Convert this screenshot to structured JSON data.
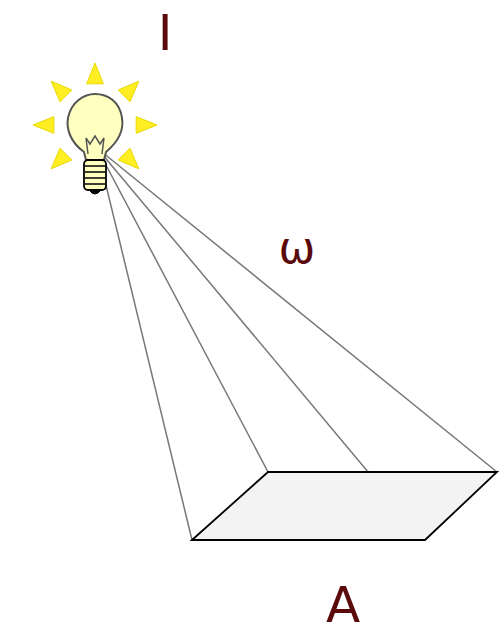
{
  "diagram": {
    "labels": [
      "I",
      "ω",
      "A"
    ]
  }
}
